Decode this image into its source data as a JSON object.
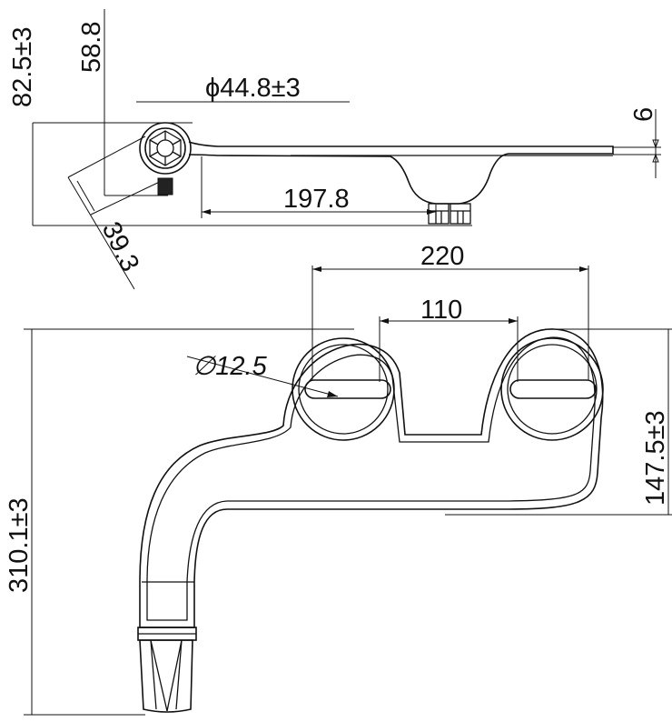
{
  "dimensions": {
    "height_total": "82.5±3",
    "height_body": "58.8",
    "knob_diameter": "ϕ44.8±3",
    "thickness": "6",
    "length_top": "197.8",
    "nozzle_offset": "39.3",
    "hole_outer": "220",
    "hole_inner": "110",
    "slot_diameter": "∅12.5",
    "plate_depth": "147.5±3",
    "overall_length": "310.1±3"
  }
}
